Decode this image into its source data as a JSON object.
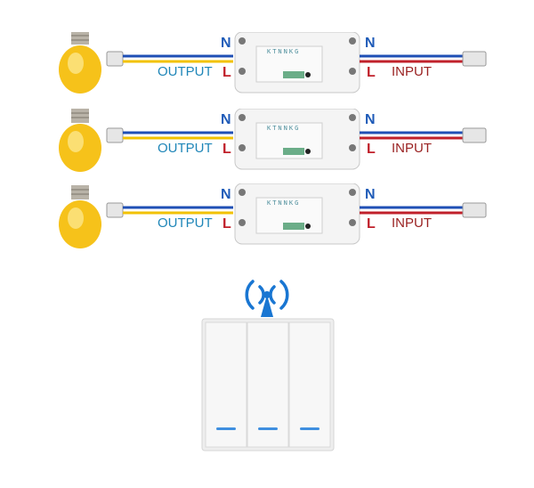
{
  "rows": [
    {
      "output_label": "OUTPUT",
      "input_label": "INPUT",
      "n_left": "N",
      "l_left": "L",
      "n_right": "N",
      "l_right": "L",
      "brand": "KTNNKG"
    },
    {
      "output_label": "OUTPUT",
      "input_label": "INPUT",
      "n_left": "N",
      "l_left": "L",
      "n_right": "N",
      "l_right": "L",
      "brand": "KTNNKG"
    },
    {
      "output_label": "OUTPUT",
      "input_label": "INPUT",
      "n_left": "N",
      "l_left": "L",
      "n_right": "N",
      "l_right": "L",
      "brand": "KTNNKG"
    }
  ],
  "colors": {
    "neutral_wire": "#1f4fb5",
    "live_wire_output": "#f2c200",
    "live_wire_input": "#c0202a",
    "output_text": "#1f86b8",
    "input_text": "#9a2222",
    "wireless_icon": "#1976d2",
    "switch_led": "#3f8fe0"
  },
  "icons": {
    "bulb": "light-bulb-icon",
    "wireless": "wireless-signal-icon",
    "switch": "three-gang-wall-switch"
  }
}
